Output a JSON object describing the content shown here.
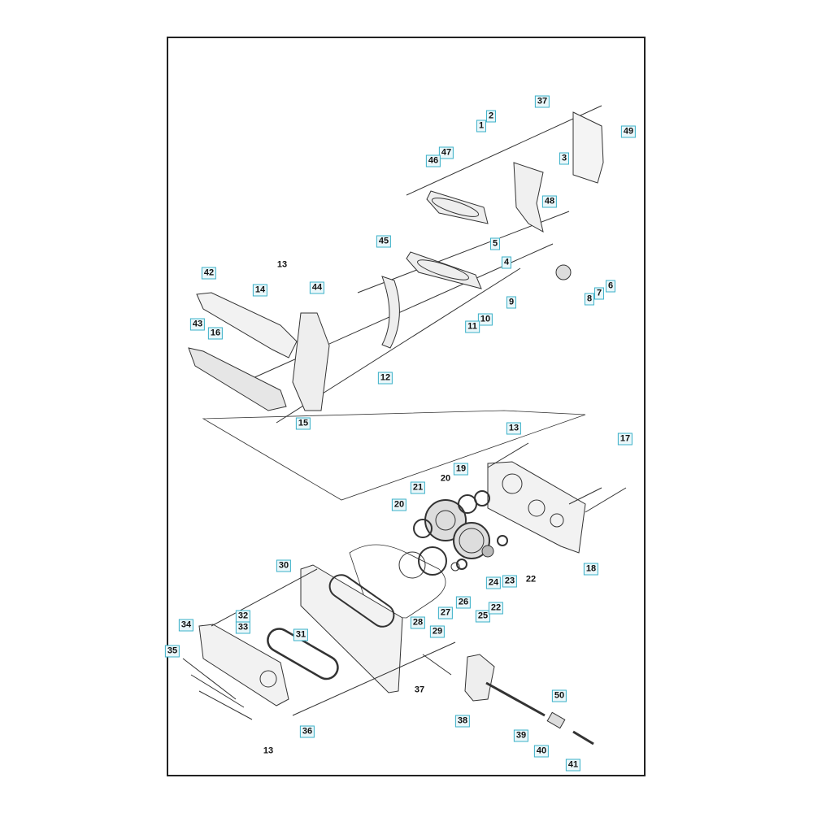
{
  "title": "Exploded parts diagram",
  "accent_color": "#3ab0c8",
  "callouts": [
    {
      "text": "37",
      "boxed": true
    },
    {
      "text": "49",
      "boxed": true
    },
    {
      "text": "2",
      "boxed": true
    },
    {
      "text": "1",
      "boxed": true
    },
    {
      "text": "3",
      "boxed": true
    },
    {
      "text": "47",
      "boxed": true
    },
    {
      "text": "46",
      "boxed": true
    },
    {
      "text": "48",
      "boxed": true
    },
    {
      "text": "45",
      "boxed": true
    },
    {
      "text": "5",
      "boxed": true
    },
    {
      "text": "4",
      "boxed": true
    },
    {
      "text": "6",
      "boxed": true
    },
    {
      "text": "7",
      "boxed": true
    },
    {
      "text": "8",
      "boxed": true
    },
    {
      "text": "9",
      "boxed": true
    },
    {
      "text": "10",
      "boxed": true
    },
    {
      "text": "11",
      "boxed": true
    },
    {
      "text": "13",
      "boxed": false
    },
    {
      "text": "42",
      "boxed": true
    },
    {
      "text": "14",
      "boxed": true
    },
    {
      "text": "44",
      "boxed": true
    },
    {
      "text": "43",
      "boxed": true
    },
    {
      "text": "16",
      "boxed": true
    },
    {
      "text": "12",
      "boxed": true
    },
    {
      "text": "15",
      "boxed": true
    },
    {
      "text": "13",
      "boxed": true
    },
    {
      "text": "17",
      "boxed": true
    },
    {
      "text": "19",
      "boxed": true
    },
    {
      "text": "20",
      "boxed": false
    },
    {
      "text": "21",
      "boxed": true
    },
    {
      "text": "20",
      "boxed": true
    },
    {
      "text": "30",
      "boxed": true
    },
    {
      "text": "18",
      "boxed": true
    },
    {
      "text": "24",
      "boxed": true
    },
    {
      "text": "23",
      "boxed": true
    },
    {
      "text": "22",
      "boxed": false
    },
    {
      "text": "27",
      "boxed": true
    },
    {
      "text": "26",
      "boxed": true
    },
    {
      "text": "25",
      "boxed": true
    },
    {
      "text": "22",
      "boxed": true
    },
    {
      "text": "32",
      "boxed": true
    },
    {
      "text": "33",
      "boxed": true
    },
    {
      "text": "28",
      "boxed": true
    },
    {
      "text": "29",
      "boxed": true
    },
    {
      "text": "31",
      "boxed": true
    },
    {
      "text": "34",
      "boxed": true
    },
    {
      "text": "35",
      "boxed": true
    },
    {
      "text": "37",
      "boxed": false
    },
    {
      "text": "50",
      "boxed": true
    },
    {
      "text": "38",
      "boxed": true
    },
    {
      "text": "36",
      "boxed": true
    },
    {
      "text": "39",
      "boxed": true
    },
    {
      "text": "40",
      "boxed": true
    },
    {
      "text": "41",
      "boxed": true
    },
    {
      "text": "13",
      "boxed": false
    }
  ]
}
